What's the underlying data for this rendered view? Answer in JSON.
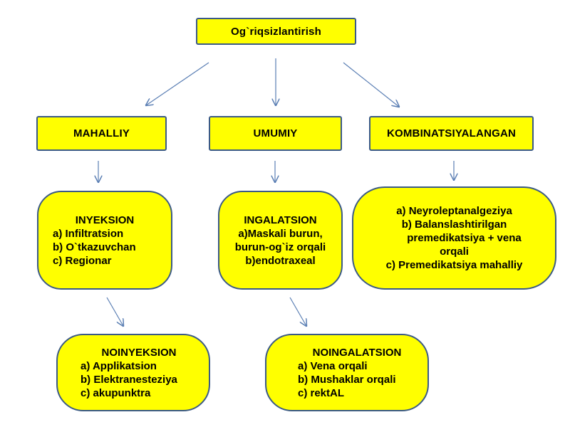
{
  "colors": {
    "box_fill": "#ffff00",
    "box_border": "#3b5a86",
    "arrow": "#5b7fb4",
    "text": "#000000"
  },
  "root": {
    "label": "Og`riqsizlantirish"
  },
  "categories": [
    {
      "id": "mahalliy",
      "label": "MAHALLIY"
    },
    {
      "id": "umumiy",
      "label": "UMUMIY"
    },
    {
      "id": "kombinatsiyalangan",
      "label": "KOMBINATSIYALANGAN"
    }
  ],
  "inyeksion": {
    "title": "INYEKSION",
    "items": [
      "a)   Infiltratsion",
      "b)   O`tkazuvchan",
      "c)    Regionar"
    ]
  },
  "ingalatsion": {
    "title": "INGALATSION",
    "lines": [
      "a)Maskali burun,",
      "burun-og`iz orqali",
      "b)endotraxeal"
    ]
  },
  "kombinatsiya_methods": {
    "lines": [
      "a)   Neyroleptanalgeziya",
      "b)   Balanslashtirilgan",
      "premedikatsiya + vena",
      "orqali",
      "c)    Premedikatsiya mahalliy"
    ]
  },
  "noinyeksion": {
    "title": "NOINYEKSION",
    "items": [
      "a)    Applikatsion",
      "b)   Elektranesteziya",
      "c)    akupunktra"
    ]
  },
  "noingalatsion": {
    "title": "NOINGALATSION",
    "items": [
      "a)    Vena orqali",
      "b)   Mushaklar orqali",
      "c)    rektAL"
    ]
  }
}
